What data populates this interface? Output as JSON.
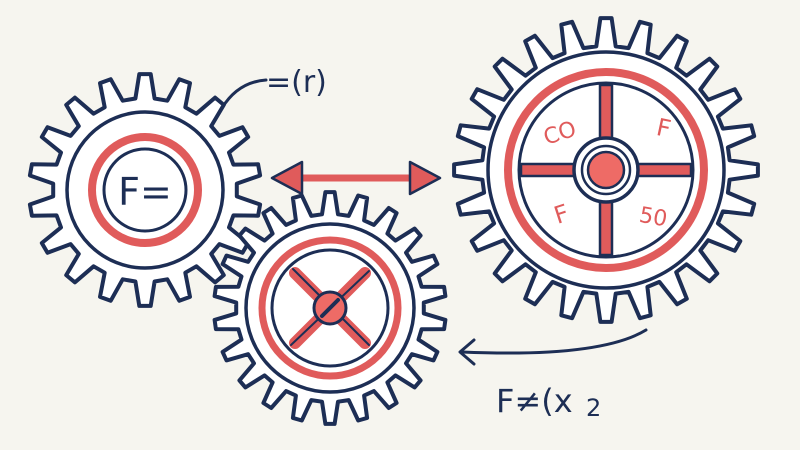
{
  "colors": {
    "background": "#f6f5ef",
    "ink": "#1d2e55",
    "accent": "#e05b5b",
    "accent_fill": "#ee6b66"
  },
  "labels": {
    "left_gear_formula": "F=",
    "radius_annotation": "=(r)",
    "big_gear_top_left": "CO",
    "big_gear_top_right": "F",
    "big_gear_bottom_left": "F",
    "big_gear_bottom_right": "50",
    "bottom_formula": "F≠(x",
    "bottom_formula_subscript": "2"
  },
  "icons": {
    "double_arrow": "double-headed-arrow-icon",
    "curved_arrow": "curved-arrow-icon"
  }
}
